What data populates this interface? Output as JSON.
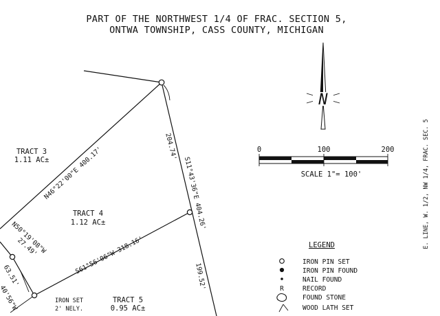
{
  "title": {
    "line1": "PART OF THE NORTHWEST 1/4 OF FRAC. SECTION 5,",
    "line2": "ONTWA TOWNSHIP, CASS COUNTY, MICHIGAN"
  },
  "north_arrow": {
    "letter": "N"
  },
  "scale_bar": {
    "tick_labels": [
      "0",
      "100",
      "200"
    ],
    "caption": "SCALE 1\"= 100'"
  },
  "tracts": [
    {
      "name": "TRACT 3",
      "area": "1.11 AC±"
    },
    {
      "name": "TRACT 4",
      "area": "1.12 AC±"
    },
    {
      "name": "TRACT 5",
      "area": "0.95 AC±"
    }
  ],
  "bearings": {
    "b1": "N46°22'00\"E 400.17'",
    "b2": "204.74'",
    "b3": "S11°43'36\"E 404.26'",
    "b4": "199.52'",
    "b5": "S61°56'06\"W 318.16'",
    "b6a": "N50°19'08\"W",
    "b6b": "27.49'",
    "b7": "63.51'",
    "b8": "40'56\"W"
  },
  "notes": {
    "iron_set_1": "IRON SET",
    "iron_set_2": "2' NELY."
  },
  "legend": {
    "heading": "LEGEND",
    "items": [
      {
        "symbol": "open-circle",
        "label": "IRON PIN SET"
      },
      {
        "symbol": "filled-circle",
        "label": "IRON PIN FOUND"
      },
      {
        "symbol": "dot",
        "label": "NAIL FOUND"
      },
      {
        "symbol": "R",
        "label": "RECORD"
      },
      {
        "symbol": "stone",
        "label": "FOUND STONE"
      },
      {
        "symbol": "lath",
        "label": "WOOD LATH SET"
      }
    ]
  },
  "side_note": "E. LINE, W. 1/2, NW 1/4, FRAC. SEC. 5"
}
